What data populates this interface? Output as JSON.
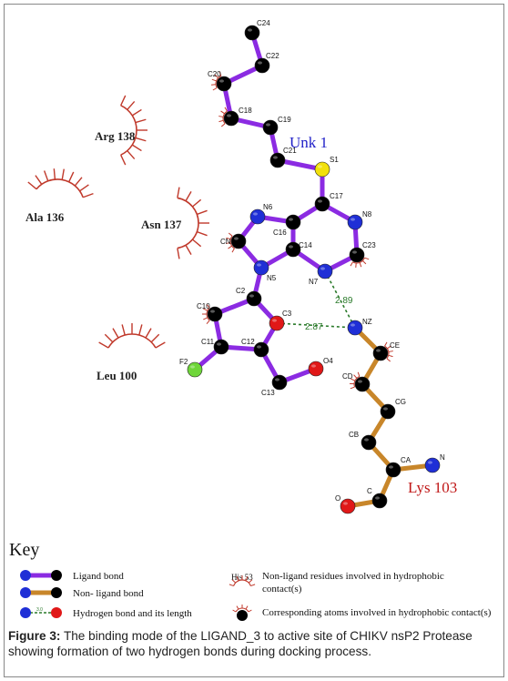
{
  "figure": {
    "residues": {
      "arg138": "Arg 138",
      "ala136": "Ala 136",
      "asn137": "Asn 137",
      "leu100": "Leu 100",
      "unk1": "Unk 1",
      "lys103": "Lys 103"
    },
    "atoms": [
      "C24",
      "C22",
      "C20",
      "C18",
      "C19",
      "C21",
      "S1",
      "C17",
      "N6",
      "N8",
      "CN",
      "C16",
      "C14",
      "C23",
      "N5",
      "N7",
      "C2",
      "C3",
      "C10",
      "C11",
      "C12",
      "F2",
      "C13",
      "O4",
      "NZ",
      "CE",
      "CD",
      "CG",
      "CB",
      "CA",
      "N",
      "C",
      "O"
    ],
    "hbonds": [
      "2.89",
      "2.87"
    ],
    "colors": {
      "ligand_bond": "#8b2be2",
      "nonligand_bond": "#c8862a",
      "hbond": "#2a7a2a",
      "carbon": "#000000",
      "nitrogen": "#1f2fd6",
      "oxygen": "#e01818",
      "sulfur": "#f2e10c",
      "fluorine": "#6fd63a",
      "hydrophobic": "#c0392b",
      "residue_label_ligand_side": "#2121c8",
      "residue_label_lys": "#c01818"
    }
  },
  "key": {
    "title": "Key",
    "ligand_bond": "Ligand bond",
    "nonligand_bond": "Non- ligand bond",
    "hbond": "Hydrogen bond and its length",
    "hbond_sample": "3.0",
    "his_label": "His 53",
    "nonligand_residues_1": "Non-ligand residues involved in hydrophobic",
    "nonligand_residues_2": "contact(s)",
    "corresponding_atoms": "Corresponding atoms involved in hydrophobic contact(s)"
  },
  "caption": {
    "label": "Figure 3:",
    "text": "The binding mode of the LIGAND_3 to active site of CHIKV nsP2 Protease showing formation of two hydrogen bonds during docking process."
  }
}
